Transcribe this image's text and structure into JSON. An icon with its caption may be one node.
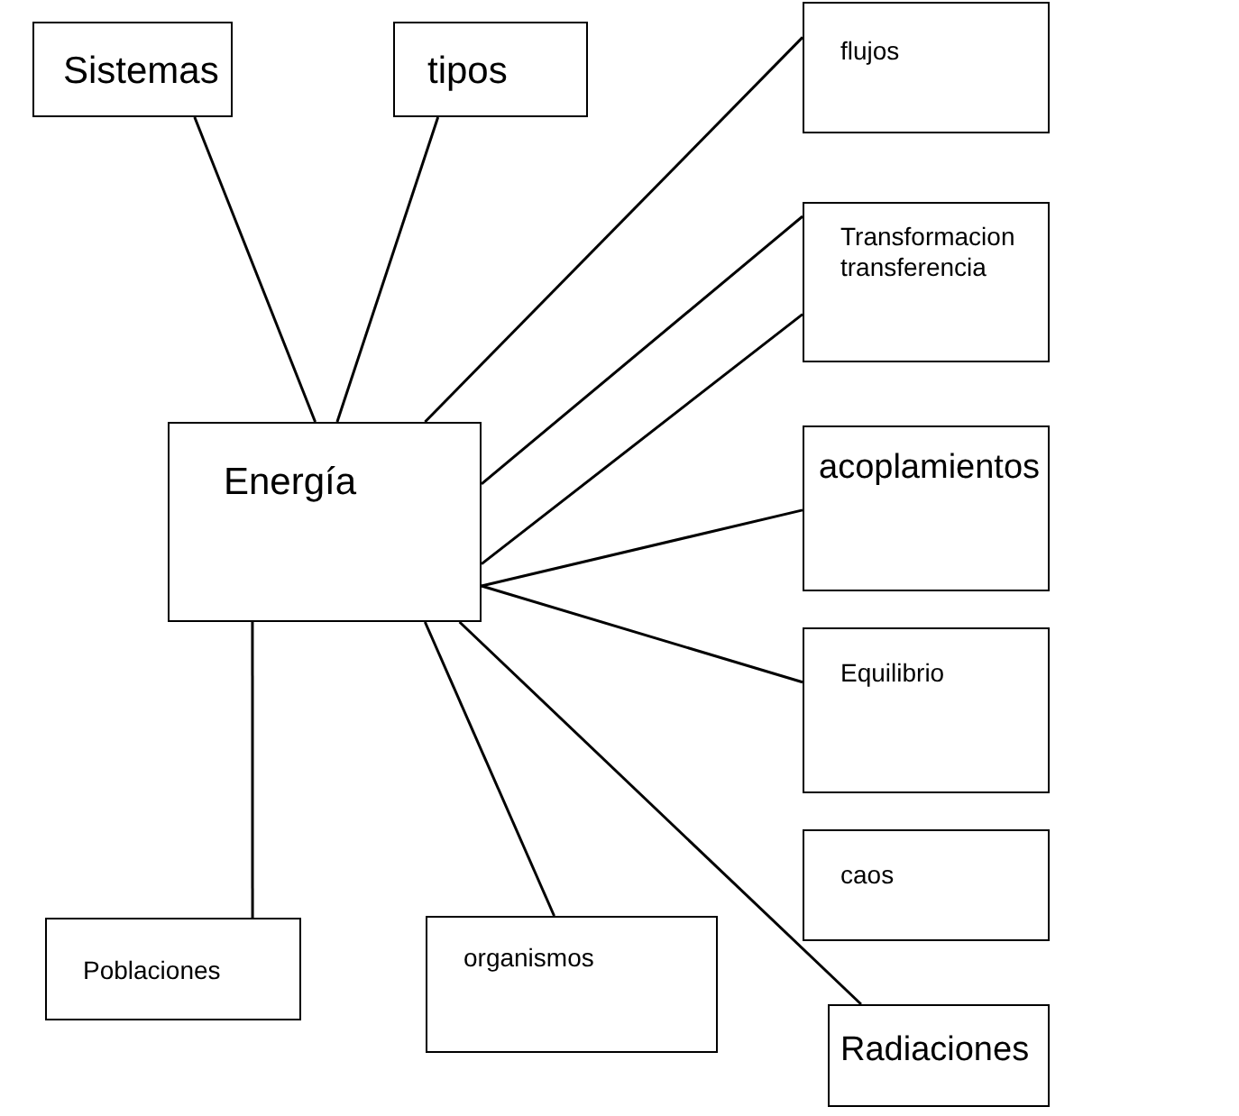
{
  "diagram": {
    "nodes": [
      {
        "text": [
          "Sistemas"
        ]
      },
      {
        "text": [
          "tipos"
        ]
      },
      {
        "text": [
          "flujos"
        ]
      },
      {
        "text": [
          "Transformacion transferencia"
        ]
      },
      {
        "text": [
          "Energía"
        ]
      },
      {
        "text": [
          "acoplamientos"
        ]
      },
      {
        "text": [
          "Equilibrio"
        ]
      },
      {
        "text": [
          "caos"
        ]
      },
      {
        "text": [
          "Poblaciones"
        ]
      },
      {
        "text": [
          "organismos"
        ]
      },
      {
        "text": [
          "Radiaciones"
        ]
      }
    ],
    "edges": [
      {
        "from": 4,
        "to": 0,
        "arrow": "none"
      },
      {
        "from": 4,
        "to": 1,
        "arrow": "none"
      },
      {
        "from": 4,
        "to": 2,
        "arrow": "none"
      },
      {
        "from": 4,
        "to": 3,
        "arrow": "none"
      },
      {
        "from": 4,
        "to": 3,
        "arrow": "none"
      },
      {
        "from": 4,
        "to": 5,
        "arrow": "none"
      },
      {
        "from": 4,
        "to": 6,
        "arrow": "none"
      },
      {
        "from": 4,
        "to": 8,
        "arrow": "none"
      },
      {
        "from": 4,
        "to": 9,
        "arrow": "none"
      },
      {
        "from": 4,
        "to": 10,
        "arrow": "none"
      }
    ]
  }
}
